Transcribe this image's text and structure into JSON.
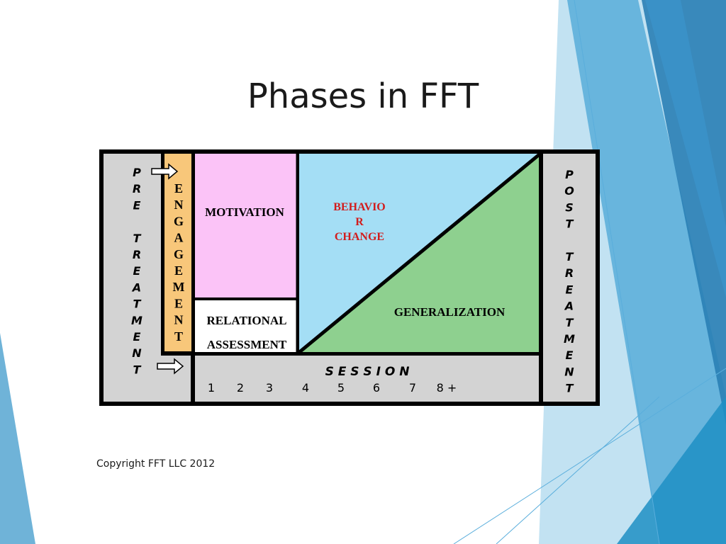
{
  "slide": {
    "title": "Phases in FFT",
    "copyright": "Copyright FFT LLC 2012"
  },
  "diagram": {
    "pre_treatment": [
      "P",
      "R",
      "E",
      "",
      "T",
      "R",
      "E",
      "A",
      "T",
      "M",
      "E",
      "N",
      "T"
    ],
    "engagement": [
      "E",
      "N",
      "G",
      "A",
      "G",
      "E",
      "M",
      "E",
      "N",
      "T"
    ],
    "motivation": "MOTIVATION",
    "relational": "RELATIONAL",
    "assessment": "ASSESSMENT",
    "behavior_line1": "BEHAVIO",
    "behavior_line2": "R",
    "behavior_line3": "CHANGE",
    "generalization": "GENERALIZATION",
    "session_label": "S E S S I O N",
    "session_numbers": [
      "1",
      "2",
      "3",
      "4",
      "5",
      "6",
      "7",
      "8 +"
    ],
    "post_treatment": [
      "P",
      "O",
      "S",
      "T",
      "",
      "T",
      "R",
      "E",
      "A",
      "T",
      "M",
      "E",
      "N",
      "T"
    ]
  },
  "colors": {
    "gray_panel": "#d3d3d3",
    "engagement": "#f8c77a",
    "motivation": "#fbc3f7",
    "behavior_change": "#a4def5",
    "generalization": "#8ed08f",
    "behavior_text": "#d21d1d",
    "border": "#000000"
  }
}
